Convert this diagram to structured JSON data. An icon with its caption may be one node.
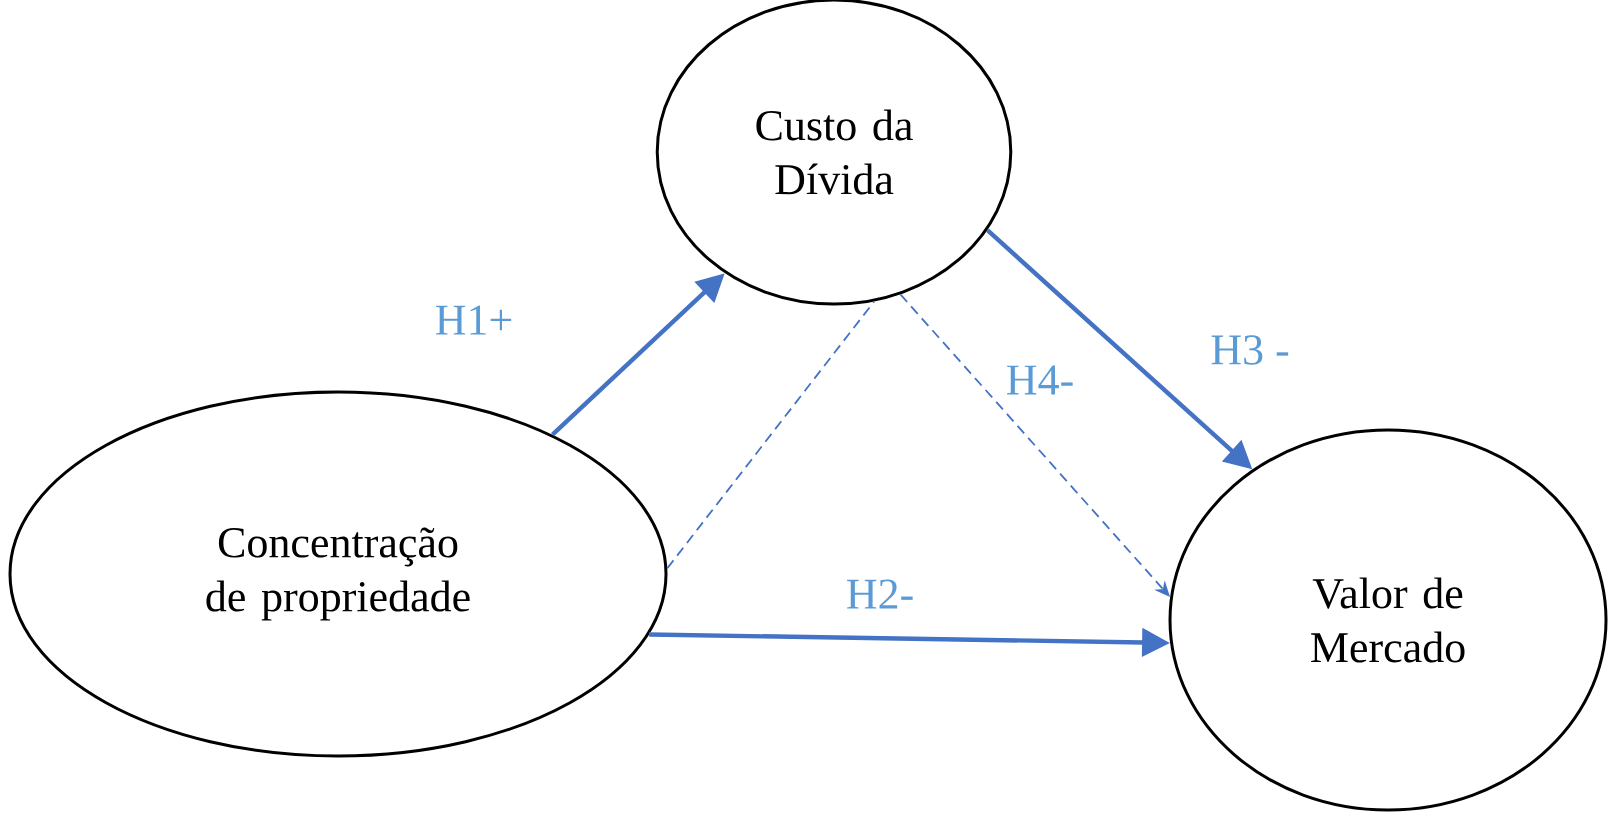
{
  "diagram": {
    "nodes": [
      {
        "text": [
          "Custo da Dívida"
        ]
      },
      {
        "text": [
          "Concentração de propriedade"
        ]
      },
      {
        "text": [
          "Valor de Mercado"
        ]
      }
    ],
    "edges": [
      {
        "from": 1,
        "to": 0,
        "arrow": "to",
        "label": "H1+"
      },
      {
        "from": 0,
        "to": 2,
        "arrow": "to",
        "label": "H3 -"
      },
      {
        "from": 1,
        "to": 2,
        "arrow": "to",
        "label": "H2-"
      },
      {
        "from": 1,
        "to": 0,
        "arrow": "none",
        "style": "dashed"
      },
      {
        "from": 0,
        "to": 2,
        "arrow": "to",
        "label": "H4-",
        "style": "dashed"
      }
    ]
  }
}
